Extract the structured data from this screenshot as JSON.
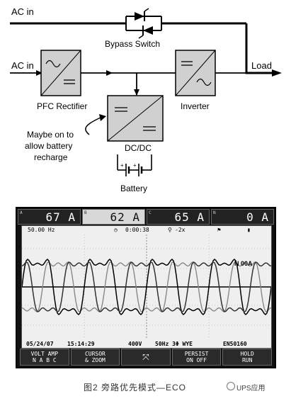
{
  "diagram": {
    "ac_in_top": "AC in",
    "ac_in_mid": "AC in",
    "bypass_switch": "Bypass Switch",
    "load": "Load",
    "pfc_rectifier": "PFC Rectifier",
    "inverter": "Inverter",
    "dcdc": "DC/DC",
    "battery": "Battery",
    "note_line1": "Maybe on to",
    "note_line2": "allow battery",
    "note_line3": "recharge"
  },
  "meter": {
    "readouts": [
      {
        "tag": "A",
        "value": "67 A",
        "selected": false
      },
      {
        "tag": "B",
        "value": "62 A",
        "selected": true
      },
      {
        "tag": "C",
        "value": "65 A",
        "selected": false
      },
      {
        "tag": "N",
        "value": "0 A",
        "selected": false
      }
    ],
    "status_top": {
      "frequency": "50.00 Hz",
      "elapsed": "0:00:38",
      "zoom": "-2x"
    },
    "trace_label": "N 00A",
    "status_bottom": {
      "date": "05/24/07",
      "time": "15:14:29",
      "voltage": "400V",
      "config": "50Hz 3Φ WYE",
      "standard": "EN50160"
    },
    "softkeys": [
      {
        "line1": "VOLT AMP",
        "line2": "N A B C"
      },
      {
        "line1": "CURSOR",
        "line2": "& ZOOM"
      },
      {
        "line1": "",
        "line2": ""
      },
      {
        "line1": "PERSIST",
        "line2": "ON  OFF"
      },
      {
        "line1": "HOLD",
        "line2": "RUN"
      }
    ]
  },
  "caption": {
    "text": "图2   旁路优先模式—ECO",
    "watermark": "UPS应用"
  }
}
